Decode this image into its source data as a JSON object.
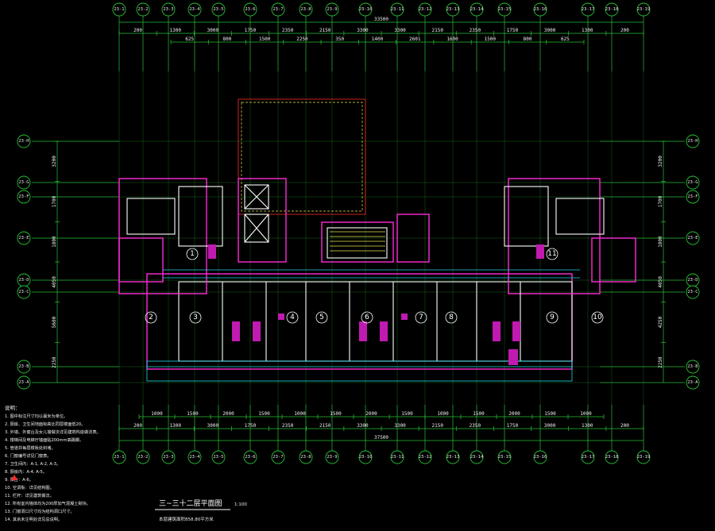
{
  "axes_top_labels": [
    "23-1",
    "23-2",
    "23-3",
    "23-4",
    "23-5",
    "23-6",
    "23-7",
    "23-8",
    "23-9",
    "23-10",
    "23-11",
    "23-12",
    "23-13",
    "23-14",
    "23-15",
    "23-16",
    "23-17",
    "23-18",
    "23-19"
  ],
  "axes_bottom_labels": [
    "23-1",
    "23-2",
    "23-3",
    "23-4",
    "23-5",
    "23-6",
    "23-7",
    "23-8",
    "23-9",
    "23-10",
    "23-11",
    "23-12",
    "23-13",
    "23-14",
    "23-15",
    "23-16",
    "23-17",
    "23-18",
    "23-19"
  ],
  "axes_left_labels": [
    "23-H",
    "23-G",
    "23-F",
    "23-E",
    "23-D",
    "23-C",
    "23-B",
    "23-A"
  ],
  "axes_right_labels": [
    "23-H",
    "23-G",
    "23-F",
    "23-E",
    "23-D",
    "23-C",
    "23-B",
    "23-A"
  ],
  "dims": {
    "top_total": "33500",
    "bottom_total": "37500",
    "top_row1": [
      "200",
      "1300",
      "3000",
      "1750",
      "2350",
      "2150",
      "3300",
      "3300",
      "2150",
      "2350",
      "1750",
      "3000",
      "1300",
      "200"
    ],
    "top_row2": [
      "625",
      "800",
      "1500",
      "2250",
      "350",
      "1400",
      "2601",
      "1600",
      "1500",
      "800",
      "625"
    ],
    "bottom_row1": [
      "1000",
      "1500",
      "2000",
      "1500",
      "1000",
      "1500",
      "2000",
      "1500",
      "1000",
      "1500",
      "2000",
      "1500",
      "1000"
    ],
    "bottom_row2": [
      "200",
      "1300",
      "3000",
      "1750",
      "2350",
      "2150",
      "3300",
      "3300",
      "2150",
      "2350",
      "1750",
      "3000",
      "1300",
      "200"
    ],
    "left_v": [
      "3200",
      "1700",
      "1800",
      "4050",
      "5600",
      "2250"
    ],
    "right_v": [
      "3200",
      "1700",
      "1800",
      "4050",
      "4250",
      "2250"
    ]
  },
  "room_numbers": [
    "1",
    "2",
    "3",
    "4",
    "5",
    "6",
    "7",
    "8",
    "9",
    "10",
    "11"
  ],
  "notes": {
    "title": "说明：",
    "lines": [
      "1. 图中标注尺寸均以毫米为单位。",
      "2. 厨房、卫生间地面标高比同层楼面低20。",
      "3. 外墙、外窗台及女儿墙做法详见建筑构造做法表。",
      "4. 楼梯间及电梯厅墙面贴200mm高踢脚。",
      "5. 管道井每层楼板处封堵。",
      "6. 门窗编号详见门窗表。",
      "7. 卫生间内：A-1, A-2, A-3。",
      "8. 厨房内：A-4, A-5。",
      "9. 阳台：A-6。",
      "10. 空调板：详见结构图。",
      "11. 栏杆：详见建筑做法。",
      "12. 所有室内墙体均为200厚加气混凝土砌块。",
      "13. 门窗洞口尺寸均为结构洞口尺寸。",
      "14. 其余未注明处详见总说明。"
    ]
  },
  "sheet": {
    "title": "三~三十二层平面图",
    "scale": "1:100",
    "subtitle": "本层建筑面积858.80平方米"
  }
}
